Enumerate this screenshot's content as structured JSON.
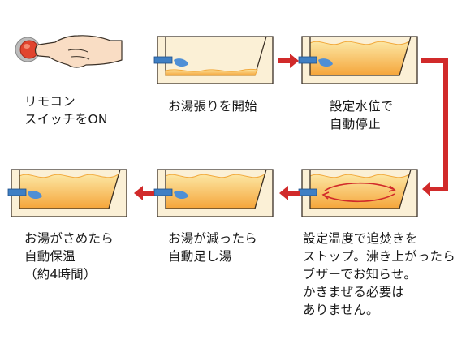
{
  "colors": {
    "tub_fill": "#fbf0d6",
    "tub_outline": "#3a3026",
    "water_top": "#fce7a4",
    "water_bottom": "#f5a53a",
    "water_wave": "#f2a93c",
    "pipe": "#3f7fc4",
    "drop": "#4f8fd6",
    "arrow": "#d12a2a",
    "button": "#e1442e"
  },
  "steps": [
    {
      "id": "remote-switch",
      "label": "リモコン\nスイッチをON",
      "icon": "hand-press-button-icon"
    },
    {
      "id": "start-fill",
      "label": "お湯張りを開始",
      "icon": "tub-filling-icon"
    },
    {
      "id": "stop-at-level",
      "label": "設定水位で\n自動停止",
      "icon": "tub-full-icon"
    },
    {
      "id": "reheat",
      "label": "設定温度で追焚きを\nストップ。沸き上がったら\nブザーでお知らせ。\nかきまぜる必要は\nありません。",
      "icon": "circulation-arrows-icon"
    },
    {
      "id": "auto-refill",
      "label": "お湯が減ったら\n自動足し湯",
      "icon": "tub-refill-icon"
    },
    {
      "id": "keep-warm",
      "label": "お湯がさめたら\n自動保温\n（約4時間）",
      "icon": "tub-keep-warm-icon"
    }
  ]
}
